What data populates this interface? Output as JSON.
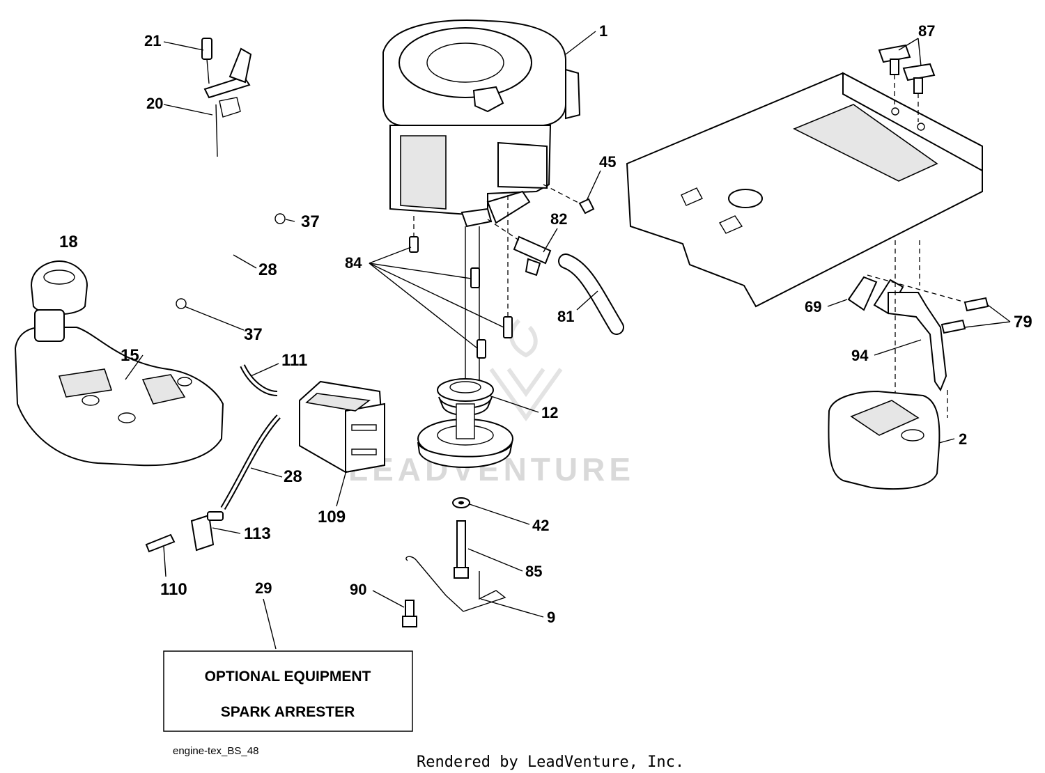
{
  "diagram": {
    "callouts": [
      {
        "id": "c1",
        "label": "1"
      },
      {
        "id": "c2",
        "label": "2"
      },
      {
        "id": "c9",
        "label": "9"
      },
      {
        "id": "c12",
        "label": "12"
      },
      {
        "id": "c15",
        "label": "15"
      },
      {
        "id": "c18",
        "label": "18"
      },
      {
        "id": "c20",
        "label": "20"
      },
      {
        "id": "c21",
        "label": "21"
      },
      {
        "id": "c28a",
        "label": "28"
      },
      {
        "id": "c28b",
        "label": "28"
      },
      {
        "id": "c29",
        "label": "29"
      },
      {
        "id": "c37a",
        "label": "37"
      },
      {
        "id": "c37b",
        "label": "37"
      },
      {
        "id": "c42",
        "label": "42"
      },
      {
        "id": "c45",
        "label": "45"
      },
      {
        "id": "c69",
        "label": "69"
      },
      {
        "id": "c79",
        "label": "79"
      },
      {
        "id": "c81",
        "label": "81"
      },
      {
        "id": "c82",
        "label": "82"
      },
      {
        "id": "c84",
        "label": "84"
      },
      {
        "id": "c85",
        "label": "85"
      },
      {
        "id": "c87",
        "label": "87"
      },
      {
        "id": "c90",
        "label": "90"
      },
      {
        "id": "c94",
        "label": "94"
      },
      {
        "id": "c109",
        "label": "109"
      },
      {
        "id": "c110",
        "label": "110"
      },
      {
        "id": "c111",
        "label": "111"
      },
      {
        "id": "c113",
        "label": "113"
      }
    ],
    "optional_box": {
      "line1": "OPTIONAL EQUIPMENT",
      "line2": "SPARK ARRESTER"
    },
    "drawing_code": "engine-tex_BS_48",
    "footer": "Rendered by LeadVenture, Inc.",
    "watermark": "LEADVENTURE"
  }
}
